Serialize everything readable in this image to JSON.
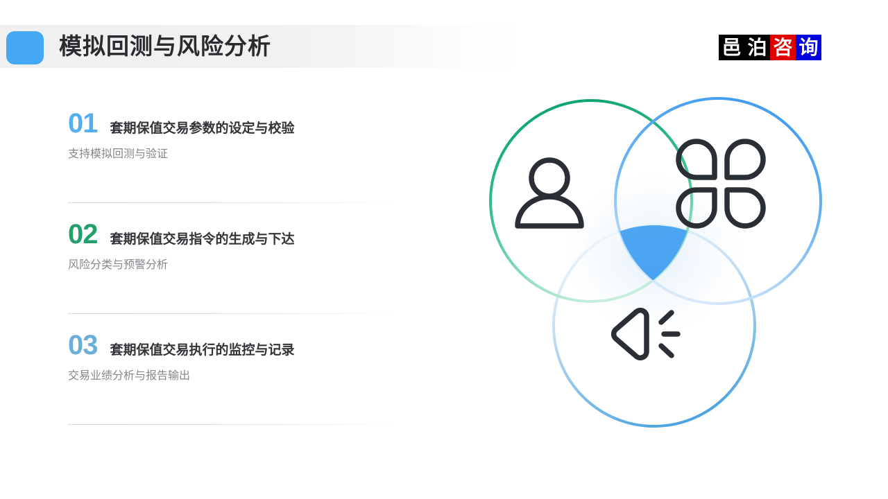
{
  "header": {
    "title": "模拟回测与风险分析",
    "accent_color": "#44a8f5",
    "bar_color": "#f0f0f1"
  },
  "logo": {
    "cells": [
      {
        "char": "邑",
        "bg": "#000000",
        "style": "black"
      },
      {
        "char": "泊",
        "bg": "#000000",
        "style": "black"
      },
      {
        "char": "咨",
        "bg": "#e00000",
        "style": "red"
      },
      {
        "char": "询",
        "bg": "#0000e0",
        "style": "blue"
      }
    ]
  },
  "list": {
    "items": [
      {
        "number": "01",
        "number_color": "#54aff0",
        "title": "套期保值交易参数的设定与校验",
        "subtitle": "支持模拟回测与验证"
      },
      {
        "number": "02",
        "number_color": "#24a06d",
        "title": "套期保值交易指令的生成与下达",
        "subtitle": "风险分类与预警分析"
      },
      {
        "number": "03",
        "number_color": "#6aaed9",
        "title": "套期保值交易执行的监控与记录",
        "subtitle": "交易业绩分析与报告输出"
      }
    ]
  },
  "venn": {
    "circles": [
      {
        "id": "top-left",
        "icon": "person-icon",
        "stroke_from": "#0ca36c",
        "stroke_to": "#bfecd8"
      },
      {
        "id": "top-right",
        "icon": "clover-icon",
        "stroke_from": "#3f9bef",
        "stroke_to": "#d6e9fb"
      },
      {
        "id": "bottom",
        "icon": "speaker-icon",
        "stroke_from": "#eaf3fc",
        "stroke_to": "#4aa3e0"
      }
    ],
    "center_shape": {
      "name": "shield-icon",
      "fill": "#4aa3f0"
    },
    "icon_color": "#2a2e35"
  }
}
